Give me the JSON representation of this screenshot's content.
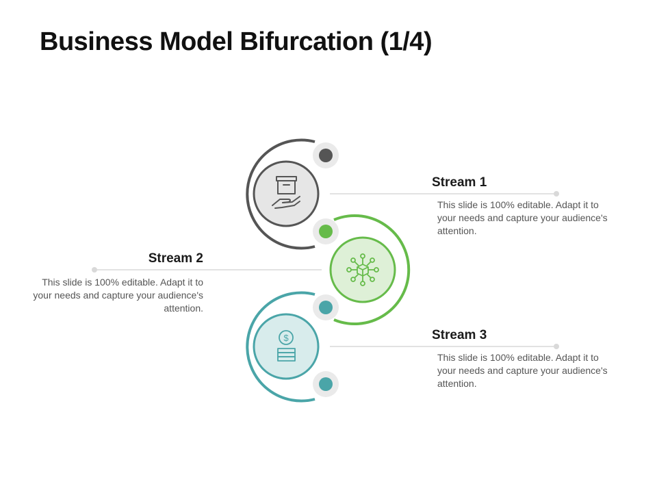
{
  "slide": {
    "title": "Business Model Bifurcation (1/4)"
  },
  "colors": {
    "stream1": "#555555",
    "stream2": "#66bb4a",
    "stream3": "#4aa5a8",
    "connector": "#d9d9d9"
  },
  "streams": [
    {
      "title": "Stream 1",
      "description": "This slide is 100% editable. Adapt it to your needs and capture your audience's attention.",
      "icon": "box-in-hand-icon"
    },
    {
      "title": "Stream 2",
      "description": "This slide is 100% editable. Adapt it to your needs and capture your audience's attention.",
      "icon": "network-cube-icon"
    },
    {
      "title": "Stream 3",
      "description": "This slide is 100% editable. Adapt it to your needs and capture your audience's attention.",
      "icon": "dollar-coins-icon"
    }
  ]
}
